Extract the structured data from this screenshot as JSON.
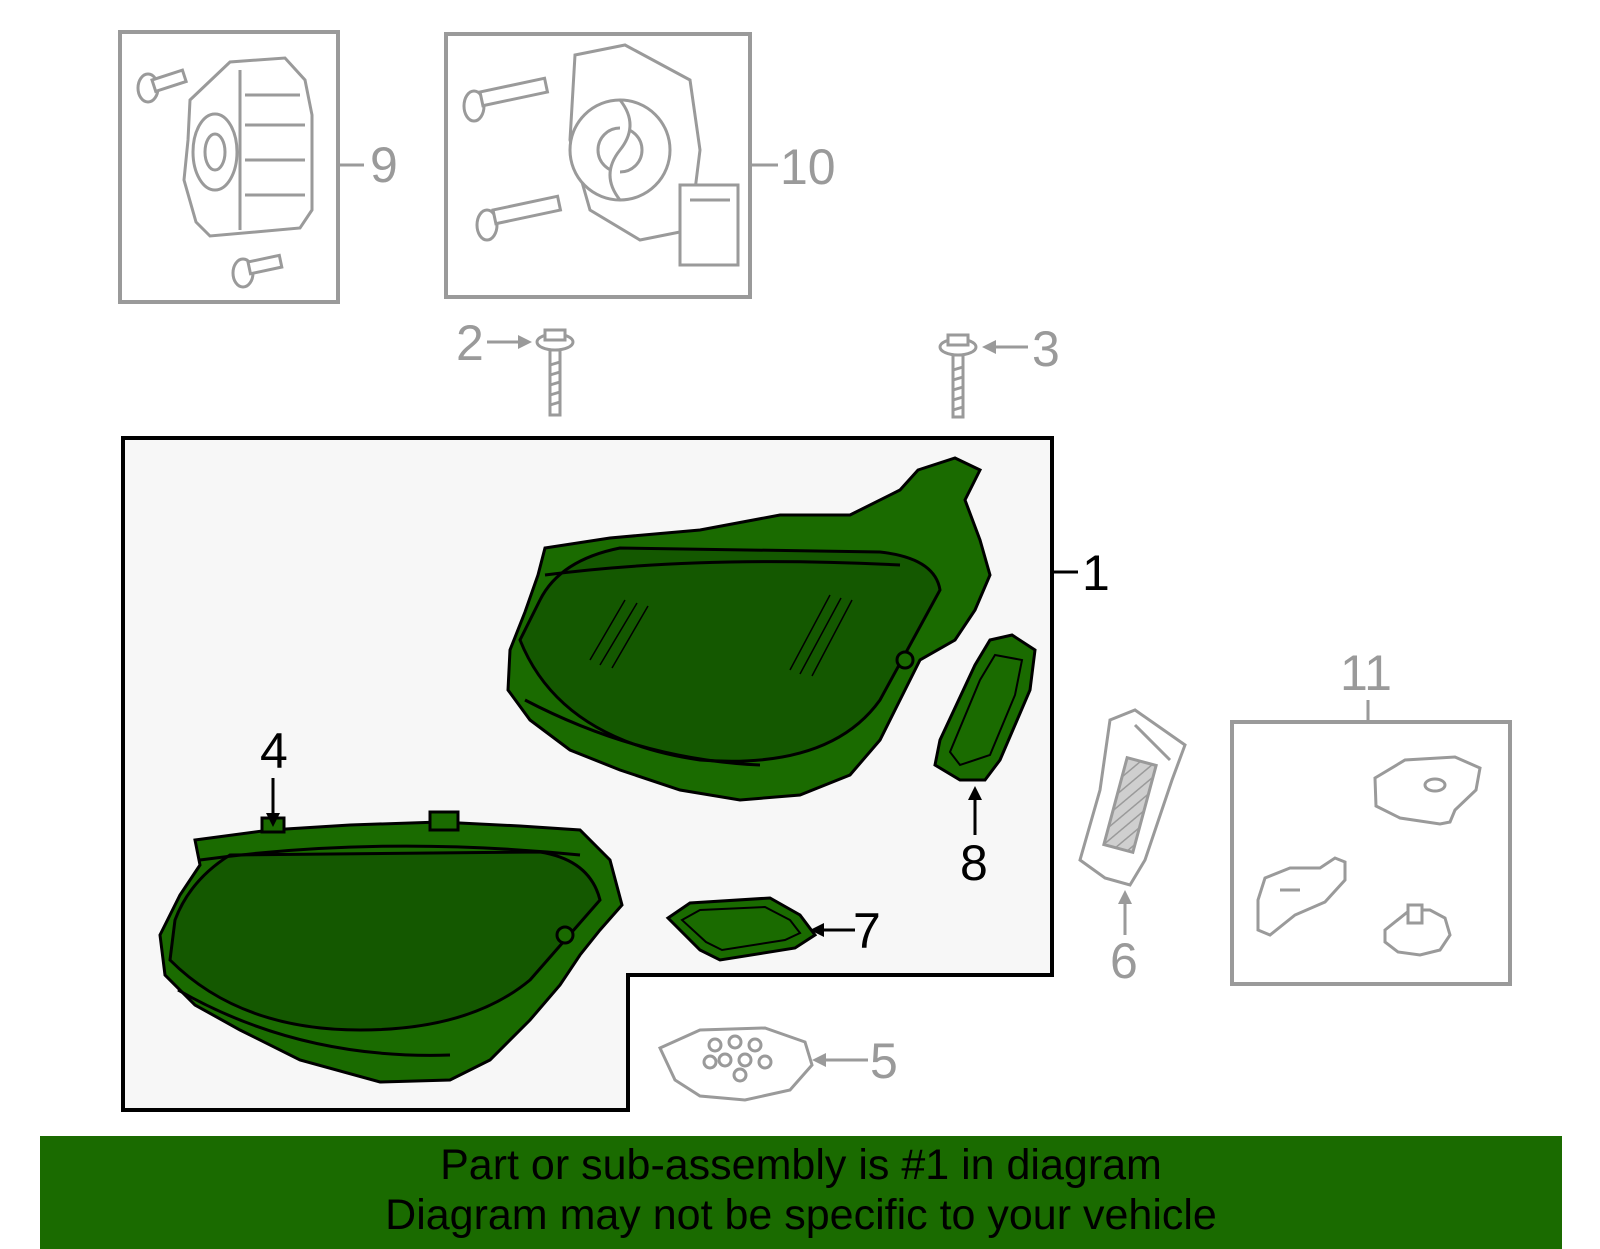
{
  "diagram": {
    "callouts": {
      "c1": "1",
      "c2": "2",
      "c3": "3",
      "c4": "4",
      "c5": "5",
      "c6": "6",
      "c7": "7",
      "c8": "8",
      "c9": "9",
      "c10": "10",
      "c11": "11"
    }
  },
  "banner": {
    "line1": "Part or sub-assembly is #1 in diagram",
    "line2": "Diagram may not be specific to your vehicle"
  },
  "colors": {
    "highlight": "#1a6b00",
    "outline_grey": "#9a9a9a",
    "panel_bg": "#f7f7f7"
  }
}
